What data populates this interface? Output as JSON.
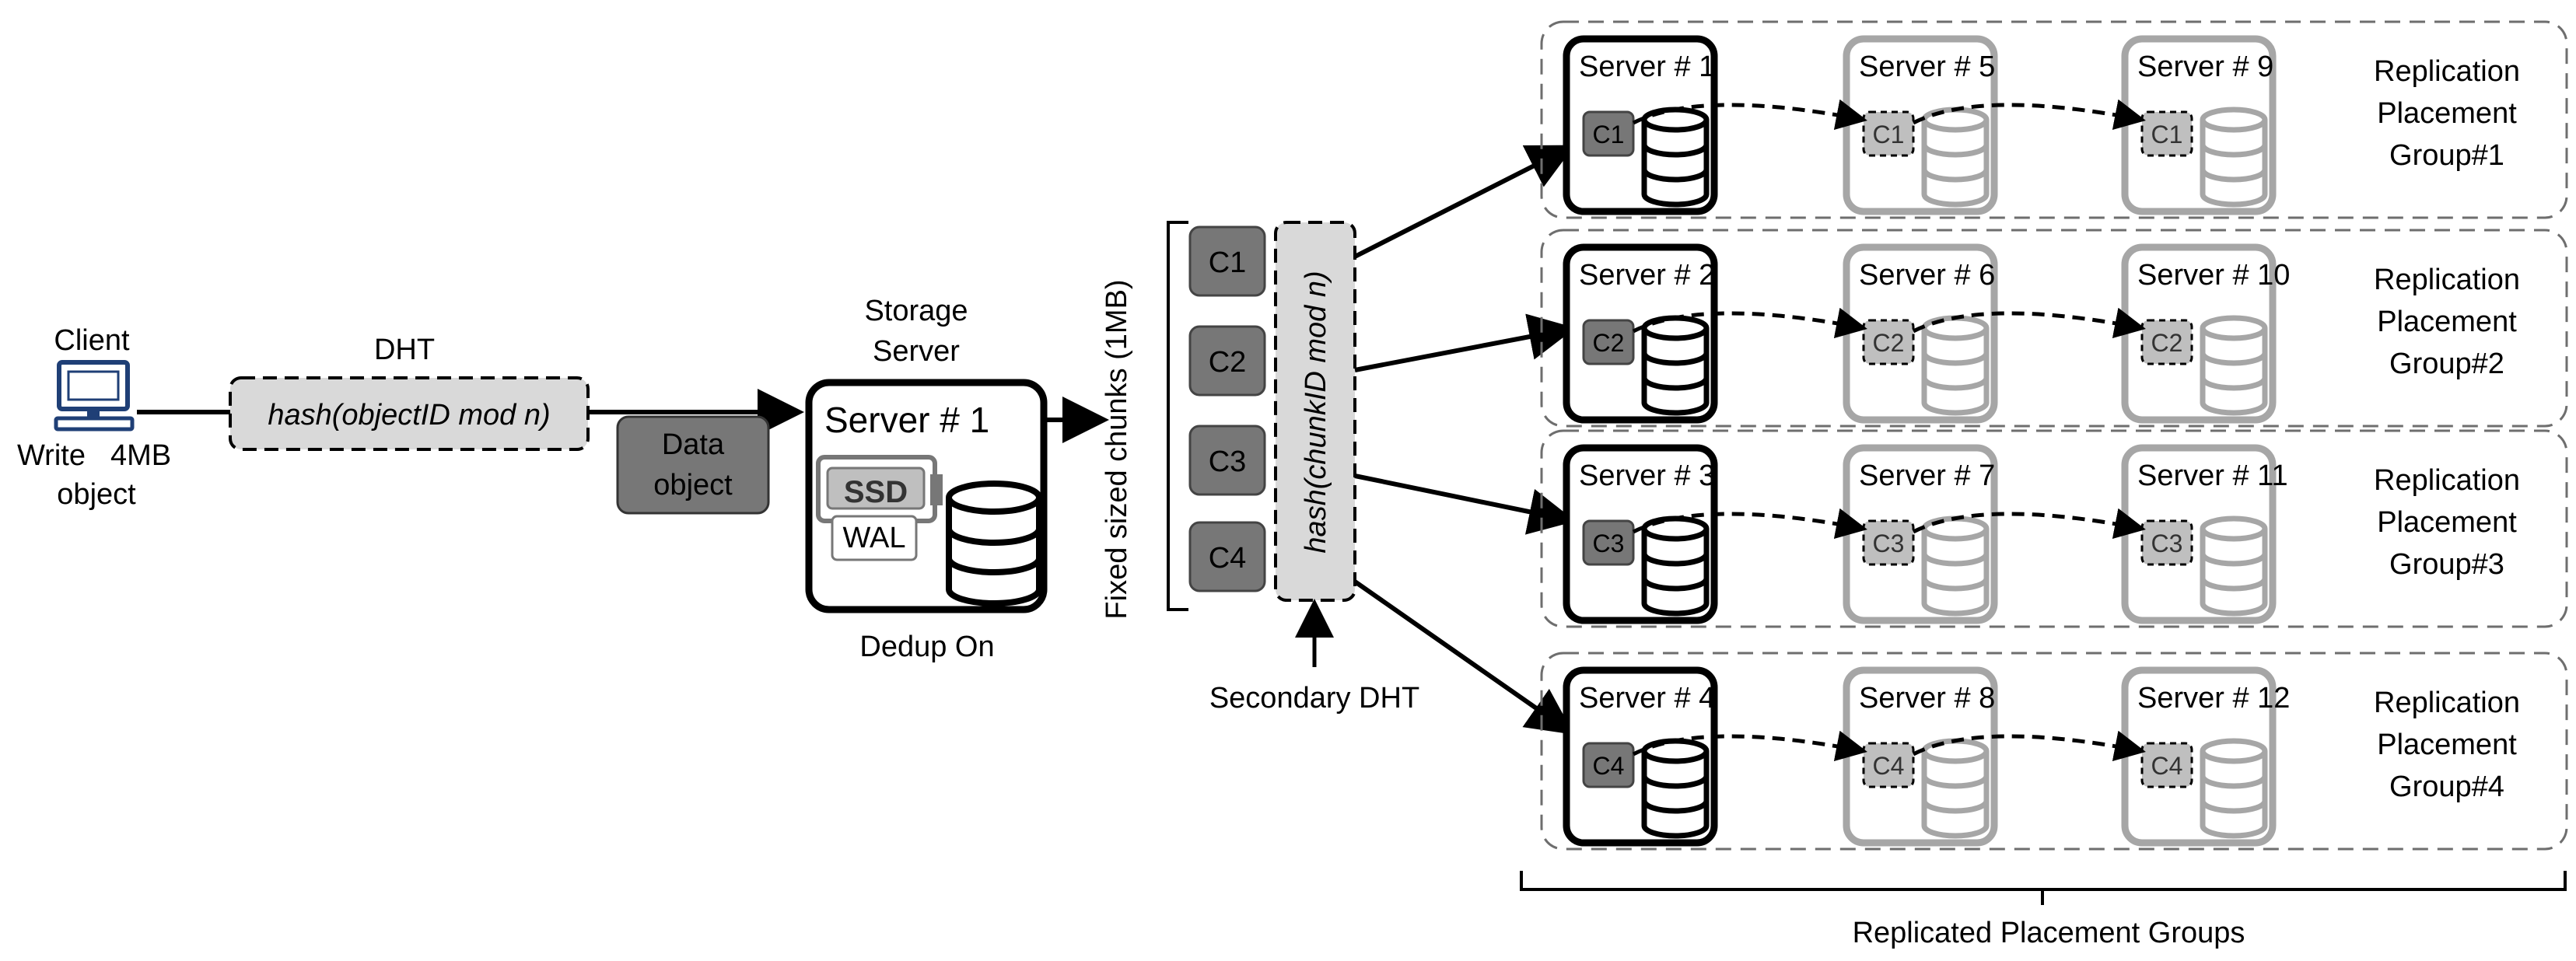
{
  "client": {
    "label": "Client",
    "write_label": "Write",
    "size_label": "4MB",
    "object_label": "object"
  },
  "dht": {
    "label": "DHT",
    "hash_label": "hash(objectID mod n)"
  },
  "data_object": {
    "line1": "Data",
    "line2": "object"
  },
  "storage_server": {
    "title_line1": "Storage",
    "title_line2": "Server",
    "server_label": "Server #  1",
    "ssd_label": "SSD",
    "wal_label": "WAL",
    "dedup_label": "Dedup On"
  },
  "chunks": {
    "bracket_label": "Fixed sized chunks (1MB)",
    "items": [
      "C1",
      "C2",
      "C3",
      "C4"
    ]
  },
  "secondary_dht": {
    "hash_label": "hash(chunkID mod n)",
    "label": "Secondary DHT"
  },
  "placement_groups": [
    {
      "group_line1": "Replication",
      "group_line2": "Placement",
      "group_line3": "Group#1",
      "chunk": "C1",
      "servers": [
        "Server # 1",
        "Server # 5",
        "Server # 9"
      ]
    },
    {
      "group_line1": "Replication",
      "group_line2": "Placement",
      "group_line3": "Group#2",
      "chunk": "C2",
      "servers": [
        "Server # 2",
        "Server # 6",
        "Server # 10"
      ]
    },
    {
      "group_line1": "Replication",
      "group_line2": "Placement",
      "group_line3": "Group#3",
      "chunk": "C3",
      "servers": [
        "Server # 3",
        "Server # 7",
        "Server # 11"
      ]
    },
    {
      "group_line1": "Replication",
      "group_line2": "Placement",
      "group_line3": "Group#4",
      "chunk": "C4",
      "servers": [
        "Server # 4",
        "Server # 8",
        "Server # 12"
      ]
    }
  ],
  "footer": {
    "label": "Replicated Placement Groups"
  },
  "colors": {
    "primary_stroke": "#000000",
    "replica_stroke": "#a6a6a6",
    "chunk_fill": "#777777",
    "replica_chunk_fill": "#bfbfbf",
    "hash_fill": "#d9d9d9",
    "group_border": "#6e6e6e"
  }
}
